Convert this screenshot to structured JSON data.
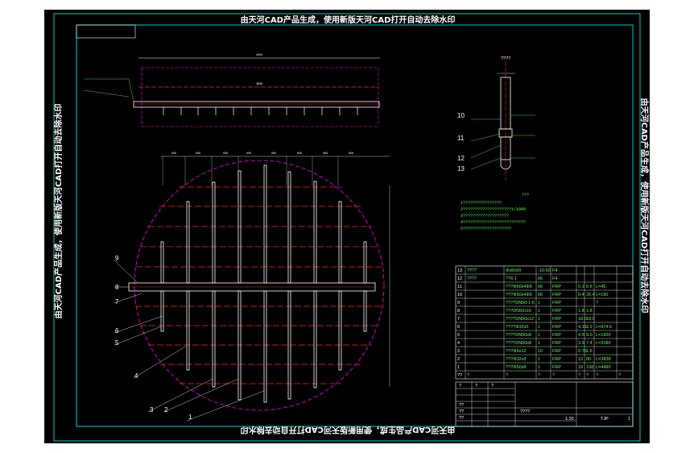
{
  "watermark": {
    "top": "由天河CAD产品生成，使用新版天河CAD打开自动去除水印",
    "left": "由天河CAD产品生成，使用新版天河CAD打开自动去除水印",
    "right": "由天河CAD产品生成，使用新版天河CAD打开自动去除水印",
    "bottom": "由天河CAD产品生成，使用新版天河CAD打开自动去除水印"
  },
  "callouts": {
    "main": [
      "9",
      "8",
      "7",
      "6",
      "5",
      "4",
      "3",
      "2",
      "1"
    ],
    "detail": [
      "10",
      "11",
      "12",
      "13"
    ],
    "detail_top": "????"
  },
  "notes": {
    "title": "???",
    "lines": [
      "1????????????????",
      "2????????????????????1/1000",
      "3???????????????????",
      "4??????????????????????????",
      "5????????????????????"
    ]
  },
  "parts_table": {
    "rows": [
      [
        "13",
        "????",
        "Φx8x50",
        "-10-50",
        "F4",
        "",
        "",
        "",
        ""
      ],
      [
        "12",
        "????",
        "??6-1",
        "66",
        "F4",
        "",
        "",
        "",
        ""
      ],
      [
        "11",
        "",
        "???Φ60x4Φ6",
        "66",
        "FRP",
        "0.1",
        "6.6",
        "L=45",
        ""
      ],
      [
        "10",
        "",
        "???Φ50x4Φ6",
        "66",
        "FRP",
        "0.4",
        "26.4",
        "L=150",
        ""
      ],
      [
        "9",
        "",
        "????DN50-1-6",
        "1",
        "FRP",
        "",
        "",
        "?",
        ""
      ],
      [
        "8",
        "",
        "???DN50x16",
        "1",
        "FRP",
        "1.8",
        "1.8",
        "",
        ""
      ],
      [
        "7",
        "",
        "????DN50x12",
        "1",
        "FRP",
        "18.0",
        "18.0",
        "",
        ""
      ],
      [
        "6",
        "",
        "????Φ32x5",
        "1",
        "FRP",
        "4.15",
        "1.2",
        "L=974.6",
        ""
      ],
      [
        "5",
        "",
        "????DN50x8",
        "1",
        "FRP",
        "4.5",
        "9.0",
        "L=1820",
        ""
      ],
      [
        "4",
        "",
        "????DN50x8",
        "1",
        "FRP",
        "3.9",
        "7.4",
        "L=3180",
        ""
      ],
      [
        "3",
        "",
        "???Φ6x12",
        "10",
        "FRP",
        "0.76",
        "1.6",
        "",
        ""
      ],
      [
        "2",
        "",
        "???Φ32x8",
        "1",
        "FRP",
        "13",
        "80",
        "L=3838",
        ""
      ],
      [
        "1",
        "",
        "???Φ50x8",
        "1",
        "FRP",
        "18",
        "108",
        "L=4490",
        ""
      ],
      [
        "??",
        "?",
        "?",
        "?",
        "?",
        "?",
        "?",
        "?",
        "?"
      ]
    ]
  },
  "title_block": {
    "drawing_no": "TJP",
    "sheet": "1",
    "ratio": "1:20",
    "small_marks": [
      "?",
      "?",
      "?",
      "??",
      "??",
      "??",
      "????"
    ]
  },
  "colors": {
    "background": "#000000",
    "frame": "#00ffff",
    "dimension": "#ff00ff",
    "section": "#ff2020",
    "pipe": "#ffffff",
    "text": "#5dff5d"
  }
}
